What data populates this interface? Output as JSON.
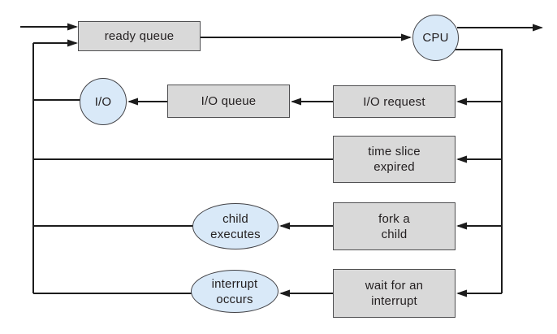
{
  "diagram": {
    "colors": {
      "box_fill": "#d9d9d9",
      "box_border": "#4f4f51",
      "ellipse_fill": "#d9e9f8",
      "ellipse_border": "#434347",
      "line_color": "#1c1c1c",
      "text_color": "#231f20"
    },
    "nodes": {
      "ready_queue": {
        "shape": "rect",
        "label": "ready queue",
        "lines": [
          "ready queue"
        ]
      },
      "cpu": {
        "shape": "circle",
        "label": "CPU",
        "lines": [
          "CPU"
        ]
      },
      "io": {
        "shape": "circle",
        "label": "I/O",
        "lines": [
          "I/O"
        ]
      },
      "io_queue": {
        "shape": "rect",
        "label": "I/O queue",
        "lines": [
          "I/O queue"
        ]
      },
      "io_request": {
        "shape": "rect",
        "label": "I/O request",
        "lines": [
          "I/O request"
        ]
      },
      "time_slice_expired": {
        "shape": "rect",
        "label": "time slice expired",
        "lines": [
          "time slice",
          "expired"
        ]
      },
      "fork_a_child": {
        "shape": "rect",
        "label": "fork a child",
        "lines": [
          "fork a",
          "child"
        ]
      },
      "wait_for_interrupt": {
        "shape": "rect",
        "label": "wait for an interrupt",
        "lines": [
          "wait for an",
          "interrupt"
        ]
      },
      "child_executes": {
        "shape": "ellipse",
        "label": "child executes",
        "lines": [
          "child",
          "executes"
        ]
      },
      "interrupt_occurs": {
        "shape": "ellipse",
        "label": "interrupt occurs",
        "lines": [
          "interrupt",
          "occurs"
        ]
      }
    },
    "edges": [
      {
        "from": "entry",
        "to": "ready_queue"
      },
      {
        "from": "ready_queue",
        "to": "cpu"
      },
      {
        "from": "cpu",
        "to": "exit"
      },
      {
        "from": "cpu",
        "to": "io_request"
      },
      {
        "from": "cpu",
        "to": "time_slice_expired"
      },
      {
        "from": "cpu",
        "to": "fork_a_child"
      },
      {
        "from": "cpu",
        "to": "wait_for_interrupt"
      },
      {
        "from": "io_request",
        "to": "io_queue"
      },
      {
        "from": "io_queue",
        "to": "io"
      },
      {
        "from": "io",
        "to": "ready_queue"
      },
      {
        "from": "time_slice_expired",
        "to": "ready_queue"
      },
      {
        "from": "fork_a_child",
        "to": "child_executes"
      },
      {
        "from": "child_executes",
        "to": "ready_queue"
      },
      {
        "from": "wait_for_interrupt",
        "to": "interrupt_occurs"
      },
      {
        "from": "interrupt_occurs",
        "to": "ready_queue"
      }
    ]
  }
}
